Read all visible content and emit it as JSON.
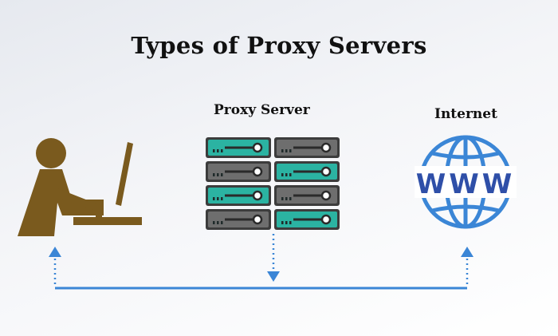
{
  "diagram": {
    "title": "Types of Proxy Servers",
    "nodes": {
      "client": {
        "icon": "user-at-computer-icon",
        "color": "#7a5a1e"
      },
      "proxy": {
        "label": "Proxy Server",
        "icon": "server-rack-icon",
        "colors": [
          "#2bb3a2",
          "#6e6e6e"
        ]
      },
      "internet": {
        "label": "Internet",
        "icon": "www-globe-icon",
        "globe_color": "#3b86d6",
        "text": "WWW",
        "text_color": "#2f4fa8"
      }
    },
    "connector_color": "#3b86d6"
  }
}
